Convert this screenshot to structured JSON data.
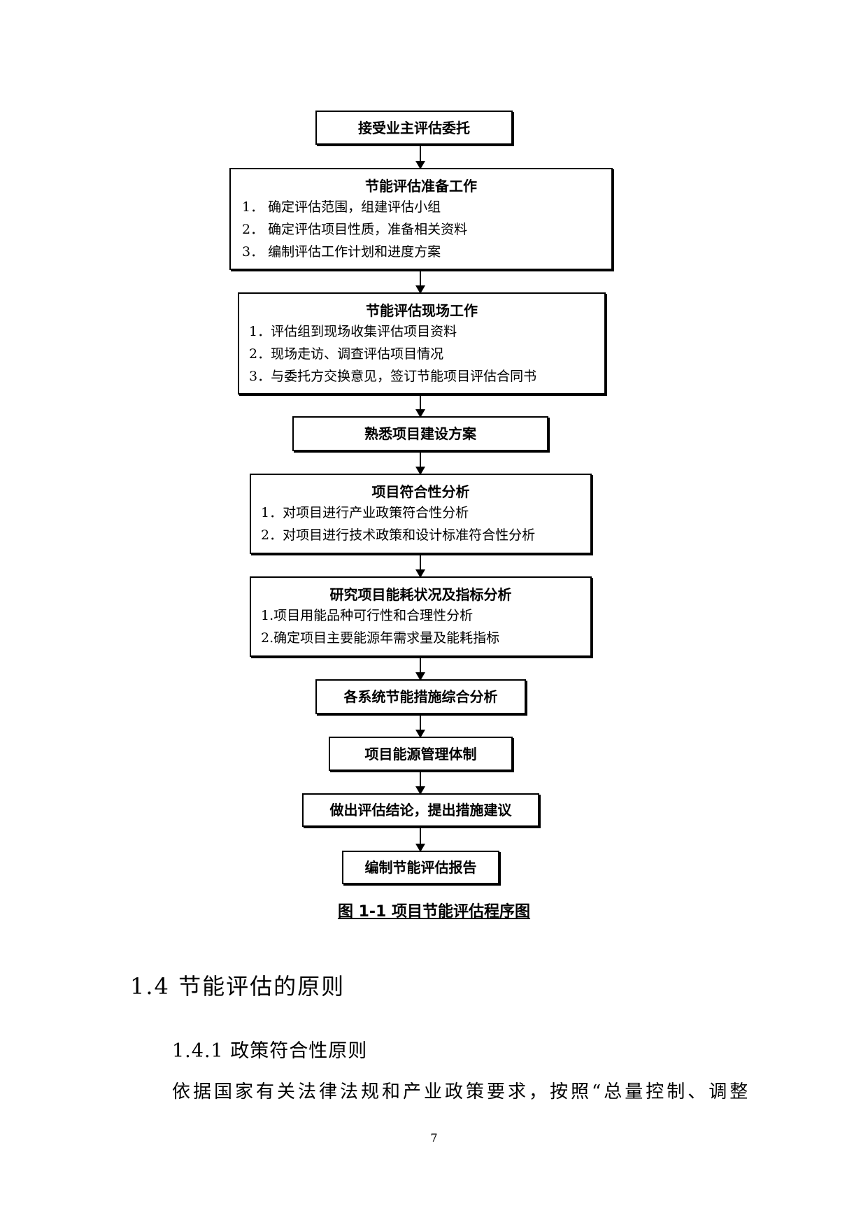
{
  "flowchart": {
    "step1": {
      "title": "接受业主评估委托"
    },
    "step2": {
      "title": "节能评估准备工作",
      "items": [
        "1． 确定评估范围，组建评估小组",
        "2． 确定评估项目性质，准备相关资料",
        "3． 编制评估工作计划和进度方案"
      ]
    },
    "step3": {
      "title": "节能评估现场工作",
      "items": [
        "1．评估组到现场收集评估项目资料",
        "2．现场走访、调查评估项目情况",
        "3．与委托方交换意见，签订节能项目评估合同书"
      ]
    },
    "step4": {
      "title": "熟悉项目建设方案"
    },
    "step5": {
      "title": "项目符合性分析",
      "items": [
        "1．对项目进行产业政策符合性分析",
        "2．对项目进行技术政策和设计标准符合性分析"
      ]
    },
    "step6": {
      "title": "研究项目能耗状况及指标分析",
      "items": [
        "1.项目用能品种可行性和合理性分析",
        "2.确定项目主要能源年需求量及能耗指标"
      ]
    },
    "step7": {
      "title": "各系统节能措施综合分析"
    },
    "step8": {
      "title": "项目能源管理体制"
    },
    "step9": {
      "title": "做出评估结论，提出措施建议"
    },
    "step10": {
      "title": "编制节能评估报告"
    }
  },
  "caption": "图 1-1  项目节能评估程序图",
  "section_heading": "1.4 节能评估的原则",
  "subsection_heading": "1.4.1 政策符合性原则",
  "paragraph": "依据国家有关法律法规和产业政策要求，按照“总量控制、调整",
  "page_number": "7"
}
